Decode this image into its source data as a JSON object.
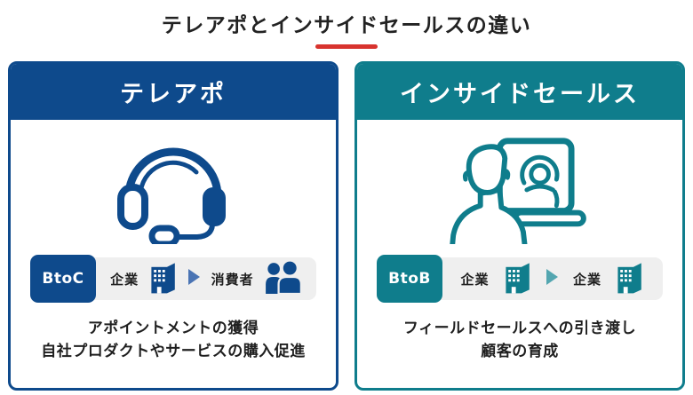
{
  "title": {
    "text": "テレアポとインサイドセールスの違い"
  },
  "colors": {
    "title_underline_red": "#d8332e",
    "navy": "#0e4a8c",
    "navy_arrow": "#4a74b4",
    "teal": "#0f7d8c",
    "teal_arrow": "#53a6b0",
    "flow_bar_background": "#efefef",
    "text": "#1f1f1f"
  },
  "cards": [
    {
      "header": "テレアポ",
      "main_icon": "headset-icon",
      "badge": "BtoC",
      "flow": {
        "from_label": "企業",
        "from_icon": "building-icon",
        "arrow_icon": "arrow-right-icon",
        "to_label": "消費者",
        "to_icon": "consumers-icon"
      },
      "description": [
        "アポイントメントの獲得",
        "自社プロダクトやサービスの購入促進"
      ]
    },
    {
      "header": "インサイドセールス",
      "main_icon": "video-call-icon",
      "badge": "BtoB",
      "flow": {
        "from_label": "企業",
        "from_icon": "building-icon",
        "arrow_icon": "arrow-right-icon",
        "to_label": "企業",
        "to_icon": "building-icon"
      },
      "description": [
        "フィールドセールスへの引き渡し",
        "顧客の育成"
      ]
    }
  ]
}
